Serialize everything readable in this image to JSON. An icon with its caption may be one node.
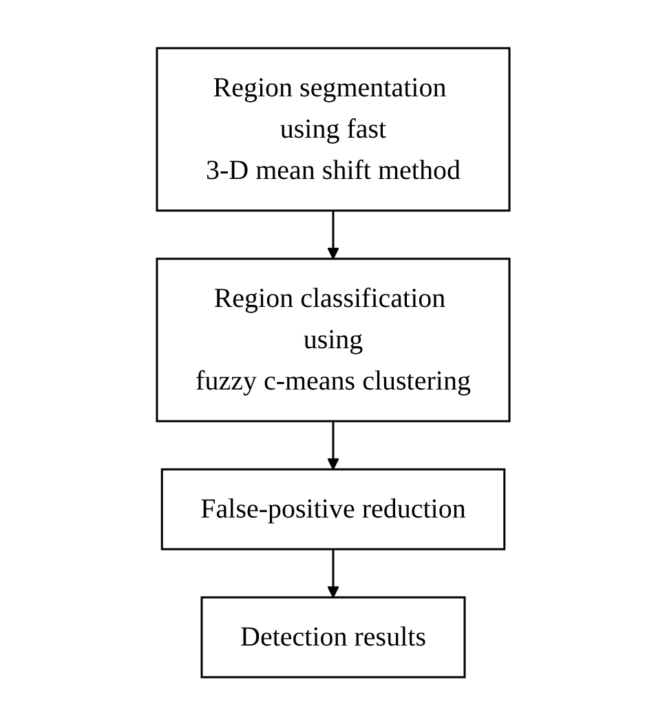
{
  "diagram": {
    "nodes": [
      {
        "text": [
          "Region segmentation using fast 3-D mean shift method"
        ]
      },
      {
        "text": [
          "Region classification using fuzzy c-means clustering"
        ]
      },
      {
        "text": [
          "False-positive reduction"
        ]
      },
      {
        "text": [
          "Detection results"
        ]
      }
    ],
    "edges": [
      {
        "from": 0,
        "to": 1,
        "arrow": "to"
      },
      {
        "from": 1,
        "to": 2,
        "arrow": "to"
      },
      {
        "from": 2,
        "to": 3,
        "arrow": "to"
      }
    ]
  }
}
